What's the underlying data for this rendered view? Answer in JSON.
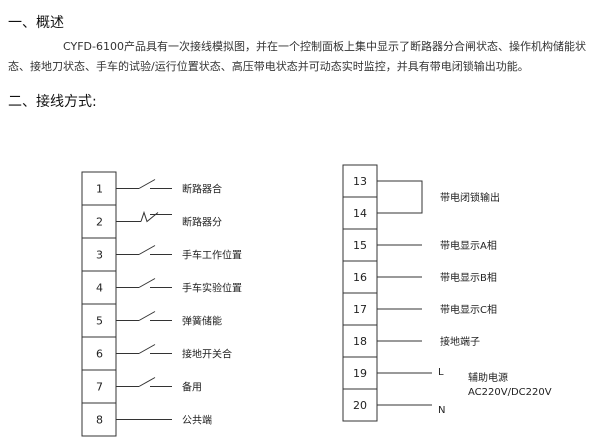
{
  "section1": {
    "title": "一、概述",
    "para_line1": "CYFD-6100产品具有一次接线模拟图，并在一个控制面板上集中显示了断路器分合闸状态、操作机构储能",
    "para_line2": "状态、接地刀状态、手车的试验/运行位置状态、高压带电状态并可动态实时监控，并具有带电闭锁输出功能。"
  },
  "section2": {
    "title": "二、接线方式:"
  },
  "left_terminals": [
    {
      "num": "1",
      "label": "断路器合",
      "contact": "no"
    },
    {
      "num": "2",
      "label": "断路器分",
      "contact": "nc"
    },
    {
      "num": "3",
      "label": "手车工作位置",
      "contact": "no"
    },
    {
      "num": "4",
      "label": "手车实验位置",
      "contact": "no"
    },
    {
      "num": "5",
      "label": "弹簧储能",
      "contact": "no"
    },
    {
      "num": "6",
      "label": "接地开关合",
      "contact": "no"
    },
    {
      "num": "7",
      "label": "备用",
      "contact": "no"
    },
    {
      "num": "8",
      "label": "公共端",
      "contact": "line"
    }
  ],
  "right_terminals": [
    "13",
    "14",
    "15",
    "16",
    "17",
    "18",
    "19",
    "20"
  ],
  "right_labels": [
    {
      "text": "带电闭锁输出"
    },
    {
      "text": "带电显示A相"
    },
    {
      "text": "带电显示B相"
    },
    {
      "text": "带电显示C相"
    },
    {
      "text": "接地端子"
    },
    {
      "text": "L"
    },
    {
      "text": "辅助电源"
    },
    {
      "text": "AC220V/DC220V"
    },
    {
      "text": "N"
    }
  ]
}
